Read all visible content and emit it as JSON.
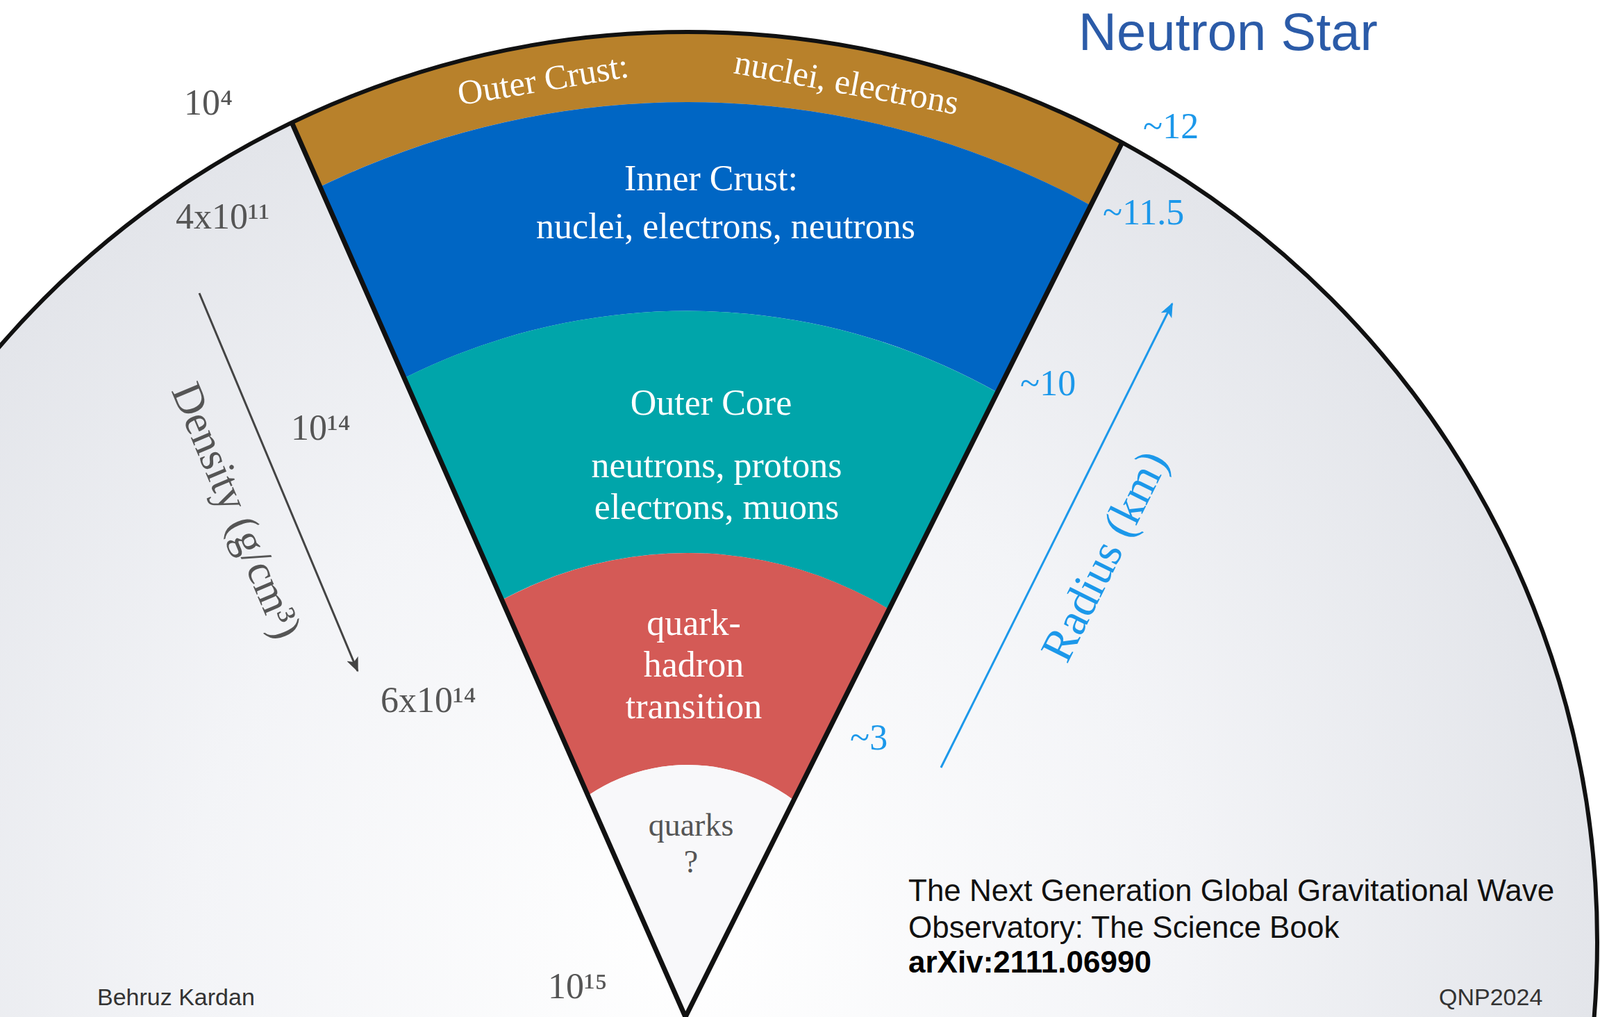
{
  "diagram": {
    "title": "Neutron Star",
    "caption": "The Next Generation Global Gravitational Wave Observatory: The Science Book",
    "nodes": [
      {
        "text": [
          "Outer Crust:",
          "nuclei, electrons"
        ]
      },
      {
        "text": [
          "Inner Crust:",
          "nuclei, electrons, neutrons"
        ]
      },
      {
        "text": [
          "Outer Core",
          "neutrons, protons electrons, muons"
        ]
      },
      {
        "text": [
          "quark- hadron transition"
        ]
      },
      {
        "text": [
          "quarks ?"
        ]
      }
    ],
    "labels": [
      "10⁴",
      "4x10¹¹",
      "10¹⁴",
      "6x10¹⁴",
      "10¹⁵",
      "Density (g/cm³)",
      "~12",
      "~11.5",
      "~10",
      "~3",
      "Radius (km)",
      "arXiv:2111.06990",
      "Behruz Kardan",
      "QNP2024"
    ]
  }
}
